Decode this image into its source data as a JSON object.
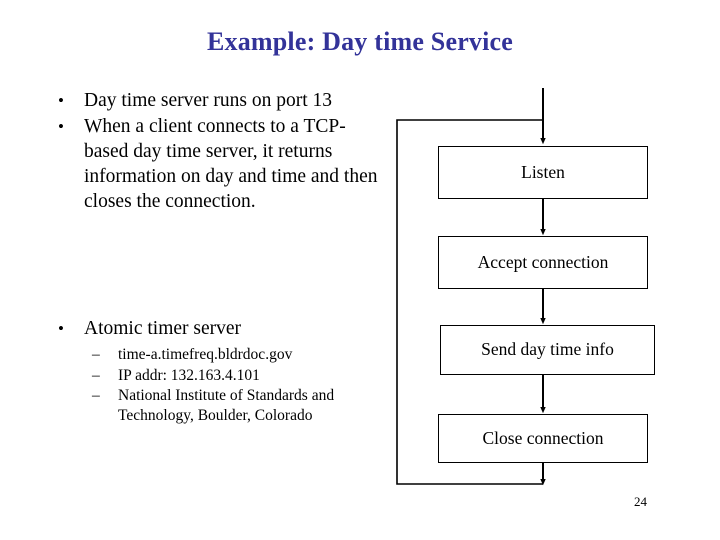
{
  "slide": {
    "title": "Example: Day time Service",
    "page_number": "24",
    "title_color": "#333399",
    "background_color": "#ffffff",
    "line_color": "#000000"
  },
  "content": {
    "bullet_marker": "•",
    "sub_bullet_marker": "–",
    "bullets_top": [
      "Day time server runs on port 13",
      "When a client connects to a TCP-based day time server, it returns information on day and time and then closes the connection."
    ],
    "bullets_bottom": [
      {
        "text": "Atomic timer server",
        "sub_items": [
          "time-a.timefreq.bldrdoc.gov",
          "IP addr: 132.163.4.101",
          "National Institute of Standards and Technology, Boulder, Colorado"
        ]
      }
    ]
  },
  "flowchart": {
    "boxes": [
      {
        "label": "Listen"
      },
      {
        "label": "Accept connection"
      },
      {
        "label": "Send day time info"
      },
      {
        "label": "Close connection"
      }
    ]
  }
}
